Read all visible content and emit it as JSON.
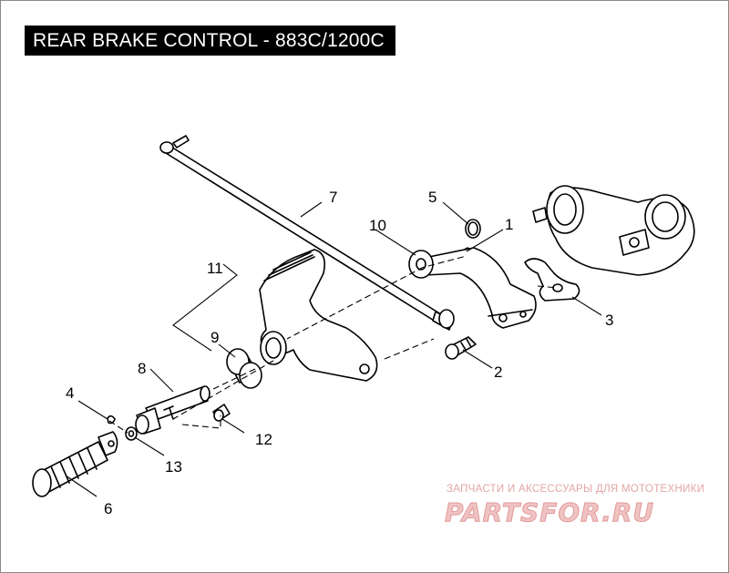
{
  "title": "REAR BRAKE CONTROL - 883C/1200C",
  "callouts": {
    "c1": "1",
    "c2": "2",
    "c3": "3",
    "c4": "4",
    "c5": "5",
    "c6": "6",
    "c7": "7",
    "c8": "8",
    "c9": "9",
    "c10": "10",
    "c11": "11",
    "c12": "12",
    "c13": "13"
  },
  "watermark": {
    "tagline": "ЗАПЧАСТИ И АКСЕССУАРЫ ДЛЯ МОТОТЕХНИКИ",
    "logo": "PARTSFOR.RU"
  },
  "colors": {
    "ink": "#000000",
    "watermark": "#e39a9a"
  }
}
